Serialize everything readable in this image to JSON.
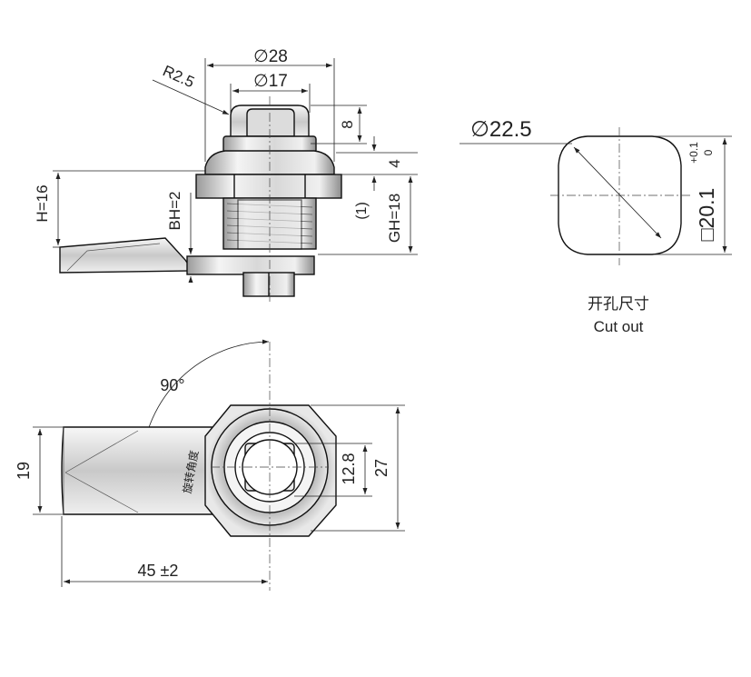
{
  "side_view": {
    "dia_outer": "∅28",
    "dia_inner": "∅17",
    "radius": "R2.5",
    "height_top": "8",
    "height_flange": "4",
    "bracket_one": "(1)",
    "gh": "GH=18",
    "bh": "BH=2",
    "h": "H=16"
  },
  "cutout": {
    "diameter": "∅22.5",
    "square": "□20.1",
    "tol_upper": "+0.1",
    "tol_lower": "0",
    "label_cn": "开孔尺寸",
    "label_en": "Cut out"
  },
  "front_view": {
    "angle": "90°",
    "width_19": "19",
    "length": "45 ±2",
    "dia_128": "12.8",
    "height_27": "27",
    "stamp": "旋转角度"
  },
  "colors": {
    "line": "#111111",
    "metal_light": "#f2f2f2",
    "metal_mid": "#cfcfcf",
    "metal_dark": "#8c8c8c"
  }
}
